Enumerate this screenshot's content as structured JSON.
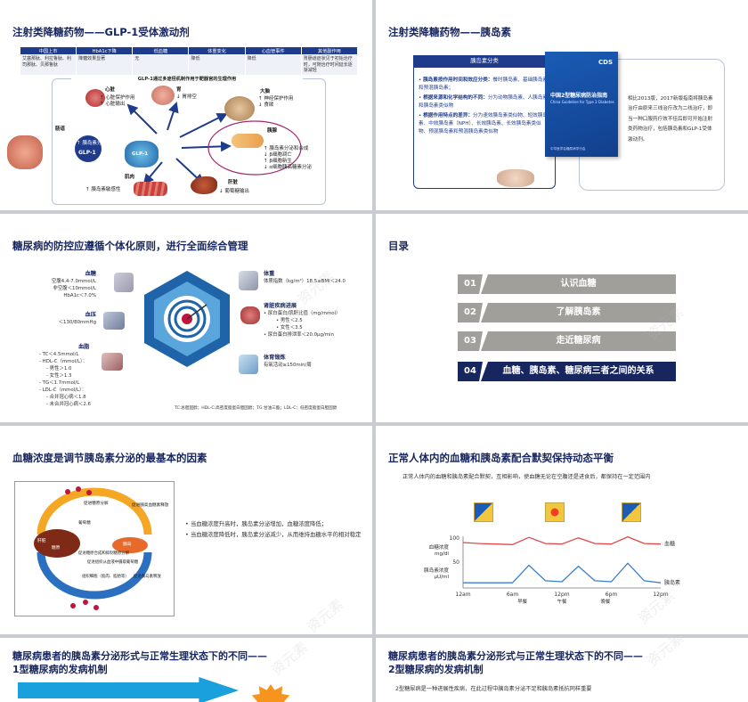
{
  "slide1": {
    "title": "注射类降糖药物——GLP-1受体激动剂",
    "table": {
      "headers": [
        "中国上市",
        "HbA1c下降",
        "低血糖",
        "体重变化",
        "心血管事件",
        "其他副作用"
      ],
      "row": [
        "艾塞那肽、利拉鲁肽、利司那肽、贝那鲁肽",
        "降糖效果显著",
        "无",
        "降低",
        "降低",
        "胃肠道症状见于初始治疗时，可随治疗时间延长逐渐减轻"
      ]
    },
    "diagram_title": "GLP-1通过多途径机制作用于靶器官的生理作用",
    "center": [
      "↑ 胰岛素分泌",
      "GLP-1"
    ],
    "heart": {
      "name": "心脏",
      "items": [
        "↑ 心脏保护作用",
        "↑ 心脏输出"
      ]
    },
    "stomach": {
      "name": "胃",
      "items": [
        "↓ 胃排空"
      ]
    },
    "brain": {
      "name": "大脑",
      "items": [
        "↑ 神经保护作用",
        "↓ 食欲"
      ]
    },
    "gut": {
      "name": "肠道"
    },
    "pancreas": {
      "name": "胰腺",
      "items": [
        "↑ 胰岛素分泌和合成",
        "↓ β细胞凋亡",
        "↑ β细胞新生",
        "↓ α细胞胰高糖素分泌"
      ]
    },
    "muscle": {
      "name": "肌肉",
      "items": [
        "↑ 胰岛素敏感性"
      ]
    },
    "liver": {
      "name": "肝脏",
      "items": [
        "↓ 葡萄糖输出"
      ]
    }
  },
  "slide2": {
    "title": "注射类降糖药物——胰岛素",
    "panel_title": "胰岛素分类",
    "bullets": [
      {
        "head": "胰岛素按作用时间和效应分类：",
        "text": "餐时胰岛素、基础胰岛素和预混胰岛素；"
      },
      {
        "head": "根据来源和化学结构的不同：",
        "text": "分为动物胰岛素、人胰岛素和胰岛素类似物"
      },
      {
        "head": "根据作用特点的差异：",
        "text": "分为速效胰岛素类似物、短效胰岛素、中效胰岛素（NPH）、长效胰岛素、长效胰岛素类似物、预混胰岛素和预混胰岛素类似物"
      }
    ],
    "book_logo": "CDS",
    "book_title": "中国2型糖尿病防治指南",
    "book_subtitle": "China Guideline for Type 2 Diabetes",
    "book_footer": "中华医学会糖尿病学分会",
    "right_text": "相比2013版，2017新版指南将胰岛素治疗由原来三线治疗改为二线治疗，即当一种口服药疗效不佳后即可开始注射类药物治疗，包括胰岛素和GLP-1受体激动剂。"
  },
  "slide3": {
    "title": "糖尿病的防控应遵循个体化原则，进行全面综合管理",
    "glucose": {
      "head": "血糖",
      "lines": [
        "空腹4.4-7.0mmol/L",
        "非空腹＜10mmol/L",
        "HbA1c＜7.0%"
      ]
    },
    "bp": {
      "head": "血压",
      "lines": [
        "＜130/80mmHg"
      ]
    },
    "lipid": {
      "head": "血脂",
      "lines": [
        "TC＜4.5mmol/L",
        "HDL-C（mmol/L）：",
        "男性＞1.0",
        "女性＞1.3",
        "TG＜1.7mmol/L",
        "LDL-C（mmol/L）：",
        "合并冠心病＜1.8",
        "未合并冠心病＜2.6"
      ]
    },
    "weight": {
      "head": "体重",
      "lines": [
        "体质指数（kg/m²）18.5≤BMI＜24.0"
      ]
    },
    "kidney": {
      "head": "肾脏疾病进展",
      "lines": [
        "尿白蛋白/肌酐比值（mg/mmol）",
        "男性＜2.5",
        "女性＜3.5",
        "尿白蛋白排泄率＜20.0μg/min"
      ]
    },
    "exercise": {
      "head": "体育锻炼",
      "lines": [
        "有氧活动≥150min/周"
      ]
    },
    "footnote": "TC:总胆固醇；HDL-C:高密度脂蛋白胆固醇；TG:甘油三酯；LDL-C：低密度脂蛋白胆固醇"
  },
  "slide4": {
    "title": "目录",
    "items": [
      {
        "num": "01",
        "label": "认识血糖"
      },
      {
        "num": "02",
        "label": "了解胰岛素"
      },
      {
        "num": "03",
        "label": "走近糖尿病"
      },
      {
        "num": "04",
        "label": "血糖、胰岛素、糖尿病三者之间的关系"
      }
    ]
  },
  "slide5": {
    "title": "血糖浓度是调节胰岛素分泌的最基本的因素",
    "cycle_labels": [
      "促进糖原分解",
      "促进胰高血糖素释放",
      "胰岛",
      "肝脏",
      "葡萄糖",
      "糖原",
      "促进糖原合成和抑制糖原分解",
      "促进组织从血液中摄取葡萄糖",
      "组织细胞（肌肉、脂肪等）",
      "促进胰岛素释放"
    ],
    "points": [
      "当血糖浓度升高时，胰岛素分泌增加，血糖浓度降低；",
      "当血糖浓度降低时，胰岛素分泌减少，从而维持血糖水平的相对稳定"
    ]
  },
  "slide6": {
    "title": "正常人体内的血糖和胰岛素配合默契保持动态平衡",
    "subtitle": "正常人体内的血糖和胰岛素配合默契，互相影响，使血糖无论在空腹还是进食后，都保持在一定范围内",
    "chart_data": {
      "type": "line",
      "x": [
        "12am",
        "6am",
        "12pm",
        "6pm",
        "12pm"
      ],
      "x_hours": [
        0,
        3,
        6,
        9,
        12,
        15,
        18,
        21,
        24
      ],
      "y_top_label": "100",
      "y_mid_label": "50",
      "ylabel_glucose": "血糖浓度 mg/dl",
      "ylabel_insulin": "胰岛素浓度 μU/ml",
      "meals": [
        "早餐",
        "午餐",
        "晚餐"
      ],
      "series": [
        {
          "name": "血糖",
          "color": "#e04848",
          "values": [
            88,
            86,
            85,
            84,
            98,
            86,
            85,
            97,
            86,
            85,
            99,
            86,
            85
          ]
        },
        {
          "name": "胰岛素",
          "color": "#3c7fc8",
          "values": [
            10,
            10,
            10,
            10,
            44,
            14,
            12,
            42,
            14,
            12,
            48,
            14,
            10
          ]
        }
      ]
    }
  },
  "slide7": {
    "title_line1": "糖尿病患者的胰岛素分泌形式与正常生理状态下的不同——",
    "title_line2": "1型糖尿病的发病机制"
  },
  "slide8": {
    "title_line1": "糖尿病患者的胰岛素分泌形式与正常生理状态下的不同——",
    "title_line2": "2型糖尿病的发病机制",
    "subtitle": "2型糖尿病是一种进展性疾病，在此过程中胰岛素分泌不足和胰岛素抵抗同样重要"
  },
  "watermark": "资元素"
}
